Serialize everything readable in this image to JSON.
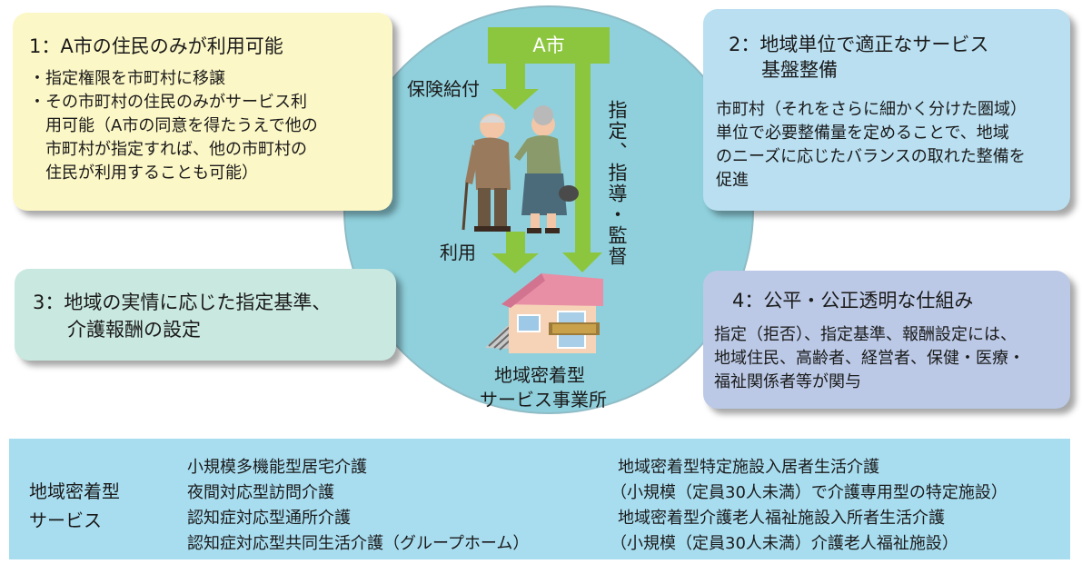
{
  "center": {
    "city_label": "A市",
    "insurance_label": "保険給付",
    "use_label": "利用",
    "vertical_label": "指定、指導・監督",
    "facility_label_1": "地域密着型",
    "facility_label_2": "サービス事業所"
  },
  "box1": {
    "title": "1：A市の住民のみが利用可能",
    "lines": [
      "・指定権限を市町村に移譲",
      "・その市町村の住民のみがサービス利",
      "　用可能（A市の同意を得たうえで他の",
      "　市町村が指定すれば、他の市町村の",
      "　住民が利用することも可能）"
    ]
  },
  "box2": {
    "title_1": "2：地域単位で適正なサービス",
    "title_2": "基盤整備",
    "lines": [
      "市町村（それをさらに細かく分けた圏域）",
      "単位で必要整備量を定めることで、地域",
      "のニーズに応じたバランスの取れた整備を",
      "促進"
    ]
  },
  "box3": {
    "title_1": "3：地域の実情に応じた指定基準、",
    "title_2": "介護報酬の設定"
  },
  "box4": {
    "title": "4：公平・公正透明な仕組み",
    "lines": [
      "指定（拒否）、指定基準、報酬設定には、",
      "地域住民、高齢者、経営者、保健・医療・",
      "福祉関係者等が関与"
    ]
  },
  "bottom": {
    "label_1": "地域密着型",
    "label_2": "サービス",
    "col1": [
      "小規模多機能型居宅介護",
      "夜間対応型訪問介護",
      "認知症対応型通所介護",
      "認知症対応型共同生活介護（グループホーム）"
    ],
    "col2": [
      "地域密着型特定施設入居者生活介護",
      "（小規模（定員30人未満）で介護専用型の特定施設）",
      "地域密着型介護老人福祉施設入所者生活介護",
      "（小規模（定員30人未満）介護老人福祉施設）"
    ]
  },
  "colors": {
    "circle": "#8fd0dc",
    "arrow_green": "#8cc63f",
    "box1": "#fcf7c6",
    "box2": "#b9dff1",
    "box3": "#c9e8df",
    "box4": "#bbc9e6",
    "bottom": "#a8ddf0"
  }
}
